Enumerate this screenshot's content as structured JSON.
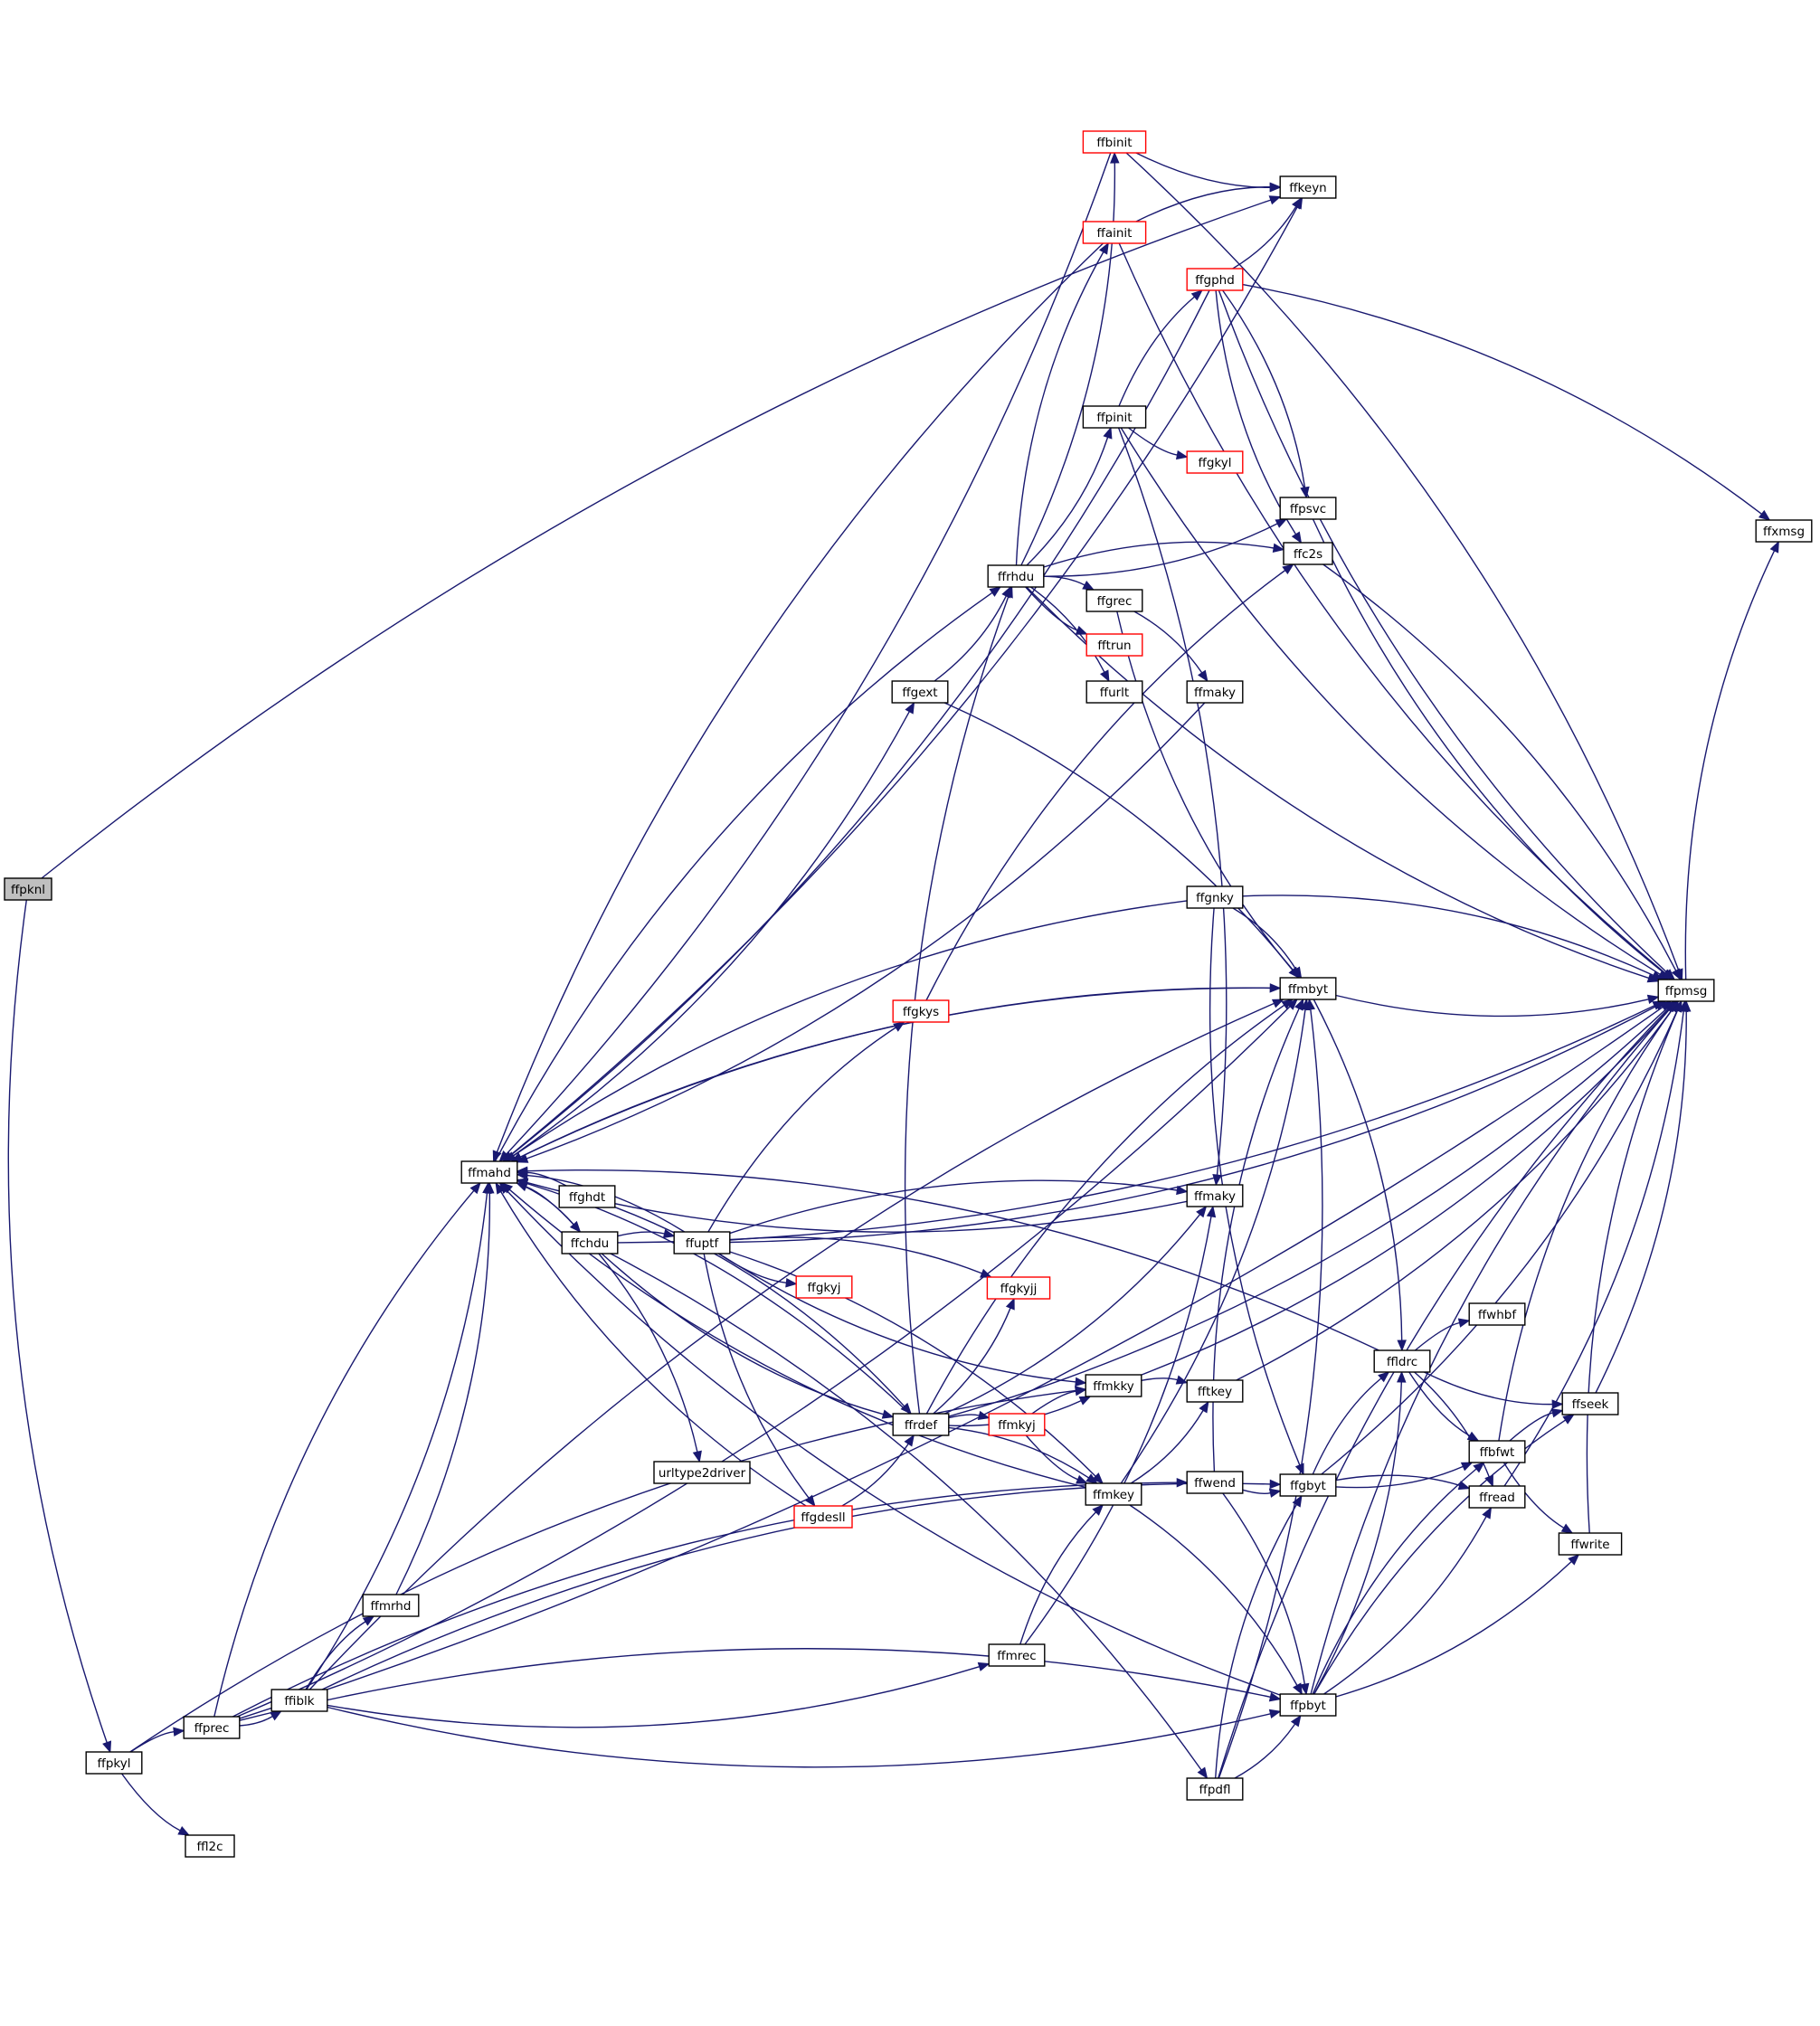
{
  "colors": {
    "edge": "#191970",
    "node_border": "#000000",
    "truncated_border": "#ff0000",
    "root_fill": "#bfbfbf",
    "node_fill": "#ffffff"
  },
  "nodes": [
    {
      "id": "ffpknl",
      "label": "ffpknl",
      "root": true
    },
    {
      "id": "ffkeyn",
      "label": "ffkeyn"
    },
    {
      "id": "ffpkyl",
      "label": "ffpkyl"
    },
    {
      "id": "ffprec",
      "label": "ffprec"
    },
    {
      "id": "ffl2c",
      "label": "ffl2c"
    },
    {
      "id": "ffiblk",
      "label": "ffiblk"
    },
    {
      "id": "ffmrhd",
      "label": "ffmrhd"
    },
    {
      "id": "ffmahd",
      "label": "ffmahd"
    },
    {
      "id": "ffghdt",
      "label": "ffghdt"
    },
    {
      "id": "ffchdu",
      "label": "ffchdu"
    },
    {
      "id": "ffuptf",
      "label": "ffuptf"
    },
    {
      "id": "urltype2driver",
      "label": "urltype2driver"
    },
    {
      "id": "ffgkyj",
      "label": "ffgkyj",
      "truncated": true
    },
    {
      "id": "ffgdesll",
      "label": "ffgdesll",
      "truncated": true
    },
    {
      "id": "ffgkys",
      "label": "ffgkys",
      "truncated": true
    },
    {
      "id": "ffgext",
      "label": "ffgext"
    },
    {
      "id": "ffrhdu",
      "label": "ffrhdu"
    },
    {
      "id": "ffbinit",
      "label": "ffbinit",
      "truncated": true
    },
    {
      "id": "ffainit",
      "label": "ffainit",
      "truncated": true
    },
    {
      "id": "ffpinit",
      "label": "ffpinit"
    },
    {
      "id": "ffgrec",
      "label": "ffgrec"
    },
    {
      "id": "fftrun",
      "label": "fftrun",
      "truncated": true
    },
    {
      "id": "ffurlt",
      "label": "ffurlt"
    },
    {
      "id": "ffgkyjj",
      "label": "ffgkyjj",
      "truncated": true
    },
    {
      "id": "ffrdef",
      "label": "ffrdef"
    },
    {
      "id": "ffmkyj",
      "label": "ffmkyj",
      "truncated": true
    },
    {
      "id": "ffmkky",
      "label": "ffmkky"
    },
    {
      "id": "ffmkey",
      "label": "ffmkey"
    },
    {
      "id": "ffmrec",
      "label": "ffmrec"
    },
    {
      "id": "ffgphd",
      "label": "ffgphd",
      "truncated": true
    },
    {
      "id": "ffgkyl",
      "label": "ffgkyl",
      "truncated": true
    },
    {
      "id": "ffmaky1",
      "label": "ffmaky"
    },
    {
      "id": "ffgnky",
      "label": "ffgnky"
    },
    {
      "id": "ffmaky2",
      "label": "ffmaky"
    },
    {
      "id": "fftkey",
      "label": "fftkey"
    },
    {
      "id": "ffwend",
      "label": "ffwend"
    },
    {
      "id": "ffpdfl",
      "label": "ffpdfl"
    },
    {
      "id": "ffpsvc",
      "label": "ffpsvc"
    },
    {
      "id": "ffc2s",
      "label": "ffc2s"
    },
    {
      "id": "ffmbyt",
      "label": "ffmbyt"
    },
    {
      "id": "ffgbyt",
      "label": "ffgbyt"
    },
    {
      "id": "ffpbyt",
      "label": "ffpbyt"
    },
    {
      "id": "ffldrc",
      "label": "ffldrc"
    },
    {
      "id": "ffwhbf",
      "label": "ffwhbf"
    },
    {
      "id": "ffbfwt",
      "label": "ffbfwt"
    },
    {
      "id": "ffread",
      "label": "ffread"
    },
    {
      "id": "ffseek",
      "label": "ffseek"
    },
    {
      "id": "ffwrite",
      "label": "ffwrite"
    },
    {
      "id": "ffpmsg",
      "label": "ffpmsg"
    },
    {
      "id": "ffxmsg",
      "label": "ffxmsg"
    }
  ],
  "edges": [
    [
      "ffpknl",
      "ffkeyn"
    ],
    [
      "ffpknl",
      "ffpkyl"
    ],
    [
      "ffpkyl",
      "ffprec"
    ],
    [
      "ffpkyl",
      "ffl2c"
    ],
    [
      "ffpkyl",
      "ffmkky"
    ],
    [
      "ffprec",
      "ffiblk"
    ],
    [
      "ffprec",
      "ffmahd"
    ],
    [
      "ffprec",
      "ffmbyt"
    ],
    [
      "ffprec",
      "ffpbyt"
    ],
    [
      "ffprec",
      "ffpmsg"
    ],
    [
      "ffprec",
      "ffwend"
    ],
    [
      "ffiblk",
      "ffmahd"
    ],
    [
      "ffiblk",
      "ffmbyt"
    ],
    [
      "ffiblk",
      "ffmrec"
    ],
    [
      "ffiblk",
      "ffmrhd"
    ],
    [
      "ffiblk",
      "ffpbyt"
    ],
    [
      "ffiblk",
      "ffgbyt"
    ],
    [
      "ffmrhd",
      "ffmahd"
    ],
    [
      "ffmahd",
      "ffchdu"
    ],
    [
      "ffmahd",
      "ffgext"
    ],
    [
      "ffmahd",
      "ffrhdu"
    ],
    [
      "ffmahd",
      "ffkeyn"
    ],
    [
      "ffmahd",
      "ffmbyt"
    ],
    [
      "ffghdt",
      "ffmahd"
    ],
    [
      "ffghdt",
      "ffrdef"
    ],
    [
      "ffchdu",
      "ffmahd"
    ],
    [
      "ffchdu",
      "ffuptf"
    ],
    [
      "ffchdu",
      "ffrdef"
    ],
    [
      "ffchdu",
      "urltype2driver"
    ],
    [
      "ffchdu",
      "ffpmsg"
    ],
    [
      "ffchdu",
      "ffpdfl"
    ],
    [
      "ffuptf",
      "ffmahd"
    ],
    [
      "ffuptf",
      "ffgkys"
    ],
    [
      "ffuptf",
      "ffgkyj"
    ],
    [
      "ffuptf",
      "ffgkyjj"
    ],
    [
      "ffuptf",
      "ffgdesll"
    ],
    [
      "ffuptf",
      "ffmaky2"
    ],
    [
      "ffuptf",
      "ffmkky"
    ],
    [
      "ffuptf",
      "ffmkey"
    ],
    [
      "ffuptf",
      "ffpmsg"
    ],
    [
      "ffgdesll",
      "ffmahd"
    ],
    [
      "ffgdesll",
      "ffrdef"
    ],
    [
      "ffgkys",
      "ffc2s"
    ],
    [
      "ffgext",
      "ffrhdu"
    ],
    [
      "ffgext",
      "ffmbyt"
    ],
    [
      "ffrhdu",
      "ffbinit"
    ],
    [
      "ffrhdu",
      "ffainit"
    ],
    [
      "ffrhdu",
      "ffpinit"
    ],
    [
      "ffrhdu",
      "ffgrec"
    ],
    [
      "ffrhdu",
      "fftrun"
    ],
    [
      "ffrhdu",
      "ffurlt"
    ],
    [
      "ffrhdu",
      "ffpsvc"
    ],
    [
      "ffrhdu",
      "ffc2s"
    ],
    [
      "ffrhdu",
      "ffpmsg"
    ],
    [
      "ffbinit",
      "ffmahd"
    ],
    [
      "ffbinit",
      "ffkeyn"
    ],
    [
      "ffbinit",
      "ffpmsg"
    ],
    [
      "ffainit",
      "ffmahd"
    ],
    [
      "ffainit",
      "ffkeyn"
    ],
    [
      "ffainit",
      "ffpmsg"
    ],
    [
      "ffpinit",
      "ffgphd"
    ],
    [
      "ffpinit",
      "ffgkyl"
    ],
    [
      "ffpinit",
      "ffmaky2"
    ],
    [
      "ffpinit",
      "ffpmsg"
    ],
    [
      "ffgphd",
      "ffmahd"
    ],
    [
      "ffgphd",
      "ffkeyn"
    ],
    [
      "ffgphd",
      "ffpsvc"
    ],
    [
      "ffgphd",
      "ffc2s"
    ],
    [
      "ffgphd",
      "ffxmsg"
    ],
    [
      "ffgphd",
      "ffpmsg"
    ],
    [
      "ffgrec",
      "ffmaky1"
    ],
    [
      "ffgrec",
      "ffmbyt"
    ],
    [
      "ffmaky1",
      "ffmahd"
    ],
    [
      "ffgnky",
      "ffmahd"
    ],
    [
      "ffgnky",
      "ffmbyt"
    ],
    [
      "ffgnky",
      "ffgbyt"
    ],
    [
      "ffgnky",
      "ffpmsg"
    ],
    [
      "ffrdef",
      "ffmahd"
    ],
    [
      "ffrdef",
      "ffrhdu"
    ],
    [
      "ffrdef",
      "ffgkyjj"
    ],
    [
      "ffrdef",
      "ffmkyj"
    ],
    [
      "ffrdef",
      "ffmkky"
    ],
    [
      "ffrdef",
      "ffmkey"
    ],
    [
      "ffrdef",
      "ffmaky2"
    ],
    [
      "ffrdef",
      "ffmbyt"
    ],
    [
      "ffrdef",
      "ffpmsg"
    ],
    [
      "ffmkyj",
      "ffmkky"
    ],
    [
      "ffmkyj",
      "ffmkey"
    ],
    [
      "ffmkky",
      "fftkey"
    ],
    [
      "ffmkky",
      "ffpmsg"
    ],
    [
      "ffmkey",
      "ffmahd"
    ],
    [
      "ffmkey",
      "fftkey"
    ],
    [
      "ffmkey",
      "ffpbyt"
    ],
    [
      "ffmkey",
      "ffmbyt"
    ],
    [
      "ffmrec",
      "ffmkey"
    ],
    [
      "ffmrec",
      "ffmaky2"
    ],
    [
      "ffmaky2",
      "ffmahd"
    ],
    [
      "fftkey",
      "ffpmsg"
    ],
    [
      "ffwend",
      "ffmbyt"
    ],
    [
      "ffwend",
      "ffgbyt"
    ],
    [
      "ffwend",
      "ffpbyt"
    ],
    [
      "ffpdfl",
      "ffmbyt"
    ],
    [
      "ffpdfl",
      "ffgbyt"
    ],
    [
      "ffpdfl",
      "ffpbyt"
    ],
    [
      "ffpdfl",
      "ffpmsg"
    ],
    [
      "ffpsvc",
      "ffpmsg"
    ],
    [
      "ffc2s",
      "ffpmsg"
    ],
    [
      "ffmbyt",
      "ffmahd"
    ],
    [
      "ffmbyt",
      "ffldrc"
    ],
    [
      "ffmbyt",
      "ffpmsg"
    ],
    [
      "ffgbyt",
      "ffldrc"
    ],
    [
      "ffgbyt",
      "ffbfwt"
    ],
    [
      "ffgbyt",
      "ffread"
    ],
    [
      "ffgbyt",
      "ffpmsg"
    ],
    [
      "ffpbyt",
      "ffmahd"
    ],
    [
      "ffpbyt",
      "ffldrc"
    ],
    [
      "ffpbyt",
      "ffbfwt"
    ],
    [
      "ffpbyt",
      "ffread"
    ],
    [
      "ffpbyt",
      "ffseek"
    ],
    [
      "ffpbyt",
      "ffwrite"
    ],
    [
      "ffpbyt",
      "ffpmsg"
    ],
    [
      "ffldrc",
      "ffmahd"
    ],
    [
      "ffldrc",
      "ffwhbf"
    ],
    [
      "ffldrc",
      "ffbfwt"
    ],
    [
      "ffldrc",
      "ffread"
    ],
    [
      "ffldrc",
      "ffseek"
    ],
    [
      "ffbfwt",
      "ffseek"
    ],
    [
      "ffbfwt",
      "ffwrite"
    ],
    [
      "ffbfwt",
      "ffpmsg"
    ],
    [
      "ffread",
      "ffpmsg"
    ],
    [
      "ffwrite",
      "ffpmsg"
    ],
    [
      "ffseek",
      "ffpmsg"
    ],
    [
      "ffpmsg",
      "ffxmsg"
    ]
  ]
}
